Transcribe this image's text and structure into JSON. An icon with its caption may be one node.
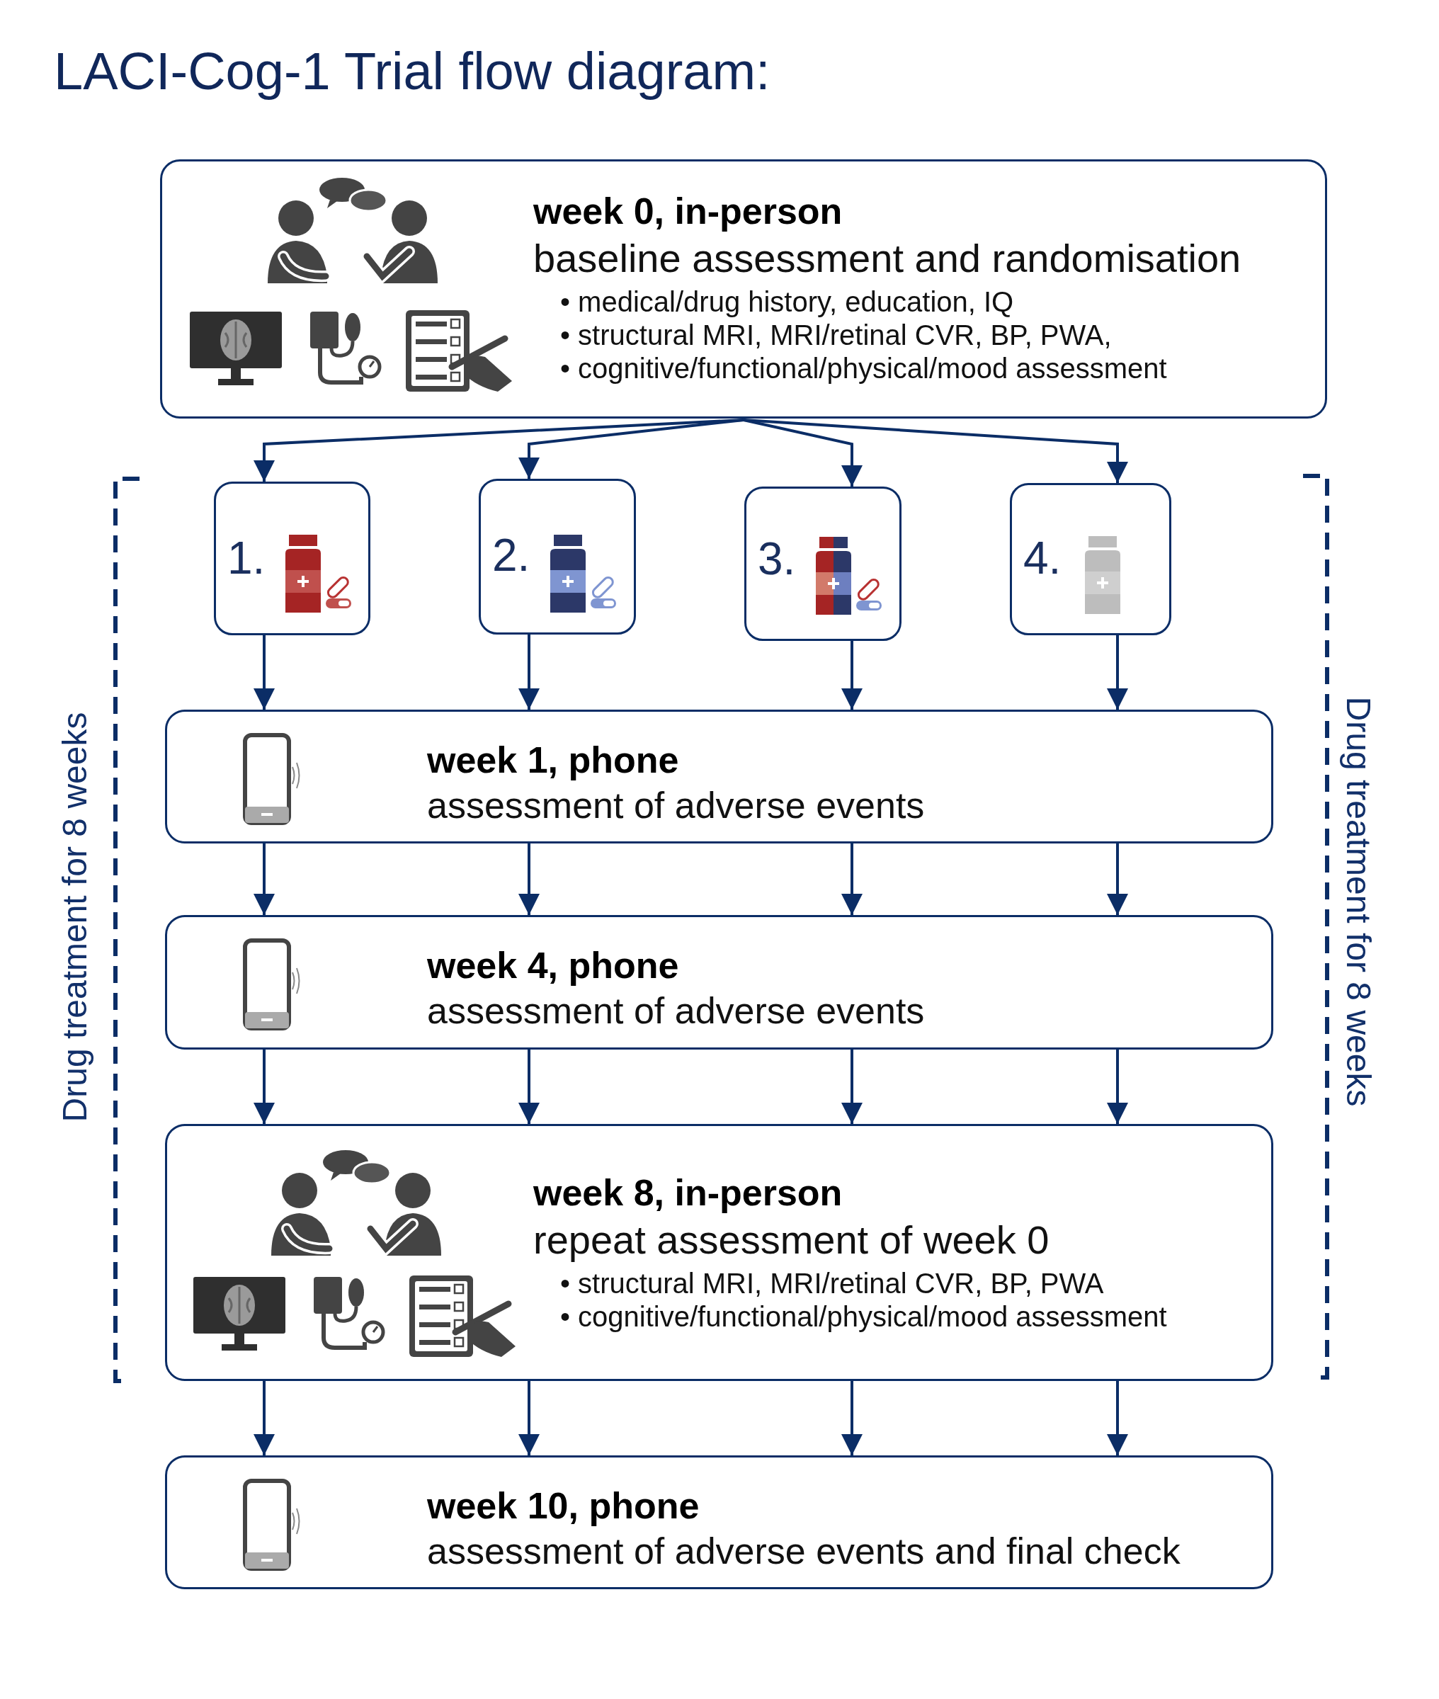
{
  "diagram": {
    "title": "LACI-Cog-1 Trial flow diagram:",
    "nodes": [
      {
        "text": [
          "week 0, in-person",
          "baseline assessment and randomisation",
          "• medical/drug history, education, IQ",
          "• structural MRI, MRI/retinal CVR, BP, PWA,",
          "• cognitive/functional/physical/mood assessment"
        ]
      },
      {
        "text": [
          "1."
        ]
      },
      {
        "text": [
          "2."
        ]
      },
      {
        "text": [
          "3."
        ]
      },
      {
        "text": [
          "4."
        ]
      },
      {
        "text": [
          "week 1, phone",
          "assessment of adverse events"
        ]
      },
      {
        "text": [
          "week 4, phone",
          "assessment of adverse events"
        ]
      },
      {
        "text": [
          "week 8, in-person",
          "repeat assessment of week 0",
          "• structural MRI, MRI/retinal CVR, BP, PWA",
          "• cognitive/functional/physical/mood assessment"
        ]
      },
      {
        "text": [
          "week 10, phone",
          "assessment of adverse events and final check"
        ]
      }
    ],
    "edges": [
      {
        "from": 0,
        "to": 1,
        "arrow": "to"
      },
      {
        "from": 0,
        "to": 2,
        "arrow": "to"
      },
      {
        "from": 0,
        "to": 3,
        "arrow": "to"
      },
      {
        "from": 0,
        "to": 4,
        "arrow": "to"
      },
      {
        "from": 1,
        "to": 5,
        "arrow": "to"
      },
      {
        "from": 2,
        "to": 5,
        "arrow": "to"
      },
      {
        "from": 3,
        "to": 5,
        "arrow": "to"
      },
      {
        "from": 4,
        "to": 5,
        "arrow": "to"
      },
      {
        "from": 5,
        "to": 6,
        "arrow": "to"
      },
      {
        "from": 5,
        "to": 6,
        "arrow": "to"
      },
      {
        "from": 5,
        "to": 6,
        "arrow": "to"
      },
      {
        "from": 5,
        "to": 6,
        "arrow": "to"
      },
      {
        "from": 6,
        "to": 7,
        "arrow": "to"
      },
      {
        "from": 6,
        "to": 7,
        "arrow": "to"
      },
      {
        "from": 6,
        "to": 7,
        "arrow": "to"
      },
      {
        "from": 6,
        "to": 7,
        "arrow": "to"
      },
      {
        "from": 7,
        "to": 8,
        "arrow": "to"
      },
      {
        "from": 7,
        "to": 8,
        "arrow": "to"
      },
      {
        "from": 7,
        "to": 8,
        "arrow": "to"
      },
      {
        "from": 7,
        "to": 8,
        "arrow": "to"
      }
    ],
    "labels": [
      "Drug treatment for 8 weeks",
      "Drug treatment for 8 weeks"
    ]
  }
}
